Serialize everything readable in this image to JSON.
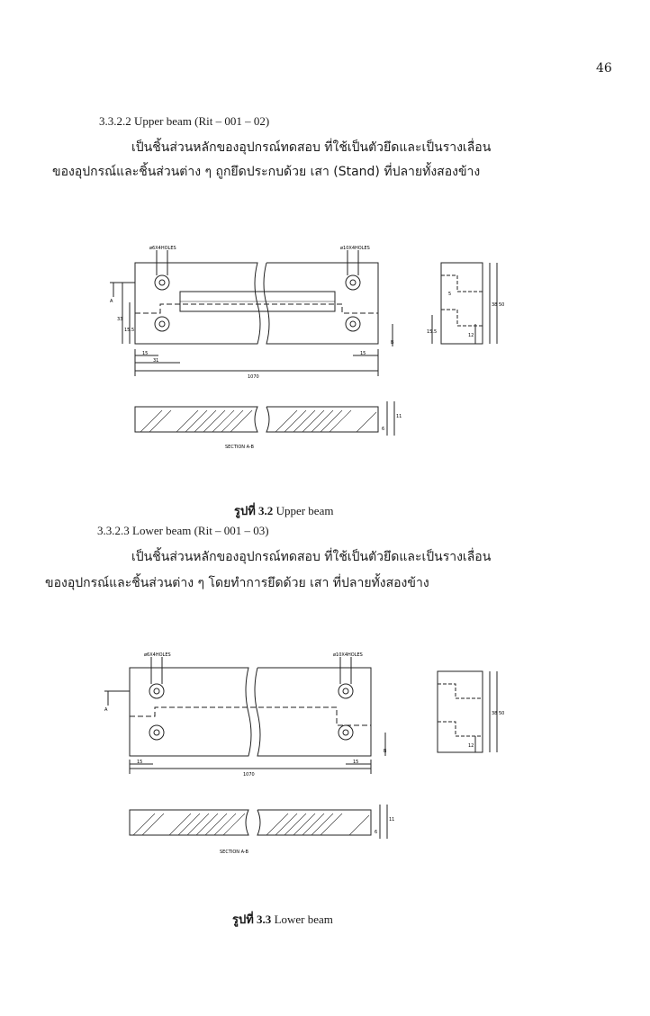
{
  "page_number": "46",
  "section1": {
    "heading": "3.3.2.2 Upper  beam (Rit – 001 – 02)",
    "line1": "เป็นชิ้นส่วนหลักของอุปกรณ์ทดสอบ  ที่ใช้เป็นตัวยึดและเป็นรางเลื่อน",
    "line2": "ของอุปกรณ์และชิ้นส่วนต่าง ๆ  ถูกยึดประกบด้วย เสา (Stand)  ที่ปลายทั้งสองข้าง"
  },
  "figure1": {
    "holes_left": "ø6X4HOLES",
    "holes_right": "ø10X4HOLES",
    "length": "1070",
    "section_label": "SECTION A-B",
    "caption_label": "รูปที่ 3.2",
    "caption_text": "Upper  beam"
  },
  "section2": {
    "heading": "3.3.2.3 Lower beam (Rit – 001 – 03)",
    "line1": "เป็นชิ้นส่วนหลักของอุปกรณ์ทดสอบ  ที่ใช้เป็นตัวยึดและเป็นรางเลื่อน",
    "line2": "ของอุปกรณ์และชิ้นส่วนต่าง ๆ  โดยทำการยึดด้วย เสา ที่ปลายทั้งสองข้าง"
  },
  "figure2": {
    "holes_left": "ø6X4HOLES",
    "holes_right": "ø10X4HOLES",
    "length": "1070",
    "section_label": "SECTION A-B",
    "caption_label": "รูปที่ 3.3",
    "caption_text": "Lower beam"
  },
  "dims": {
    "d15": "15",
    "d31": "31",
    "d33": "33",
    "d15_5": "15.5",
    "d38": "38",
    "d50": "50",
    "d12": "12",
    "d5": "5",
    "d6": "6",
    "d11": "11",
    "a": "A",
    "b": "B"
  }
}
